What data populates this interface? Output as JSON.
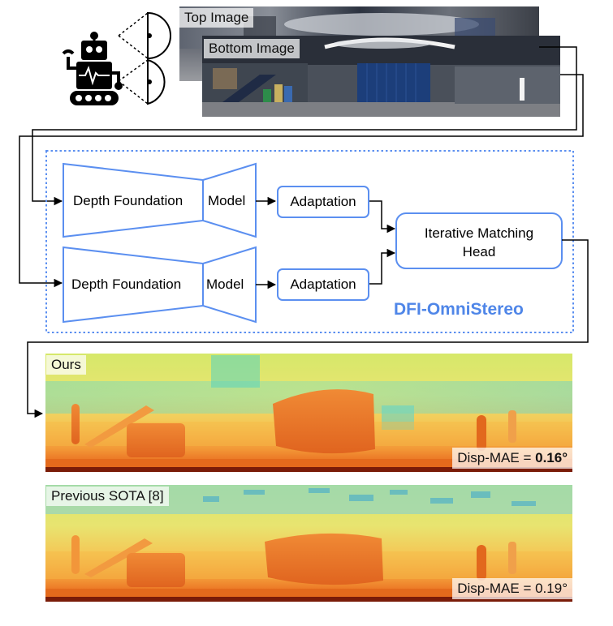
{
  "panorama": {
    "top_label": "Top Image",
    "bottom_label": "Bottom Image"
  },
  "pipeline": {
    "encoder1": {
      "left": "Depth Foundation",
      "right": "Model"
    },
    "encoder2": {
      "left": "Depth Foundation",
      "right": "Model"
    },
    "adaptation1": "Adaptation",
    "adaptation2": "Adaptation",
    "head_line1": "Iterative Matching",
    "head_line2": "Head",
    "framework_name": "DFI-OmniStereo"
  },
  "results": {
    "ours_label": "Ours",
    "ours_metric_prefix": "Disp-MAE = ",
    "ours_metric_value": "0.16°",
    "sota_label": "Previous SOTA [8]",
    "sota_metric": "Disp-MAE = 0.19°"
  },
  "colors": {
    "accent_blue": "#5b8ff0",
    "framework_text": "#4f86e8"
  },
  "icons": [
    "robot-icon",
    "omni-camera-icon"
  ]
}
